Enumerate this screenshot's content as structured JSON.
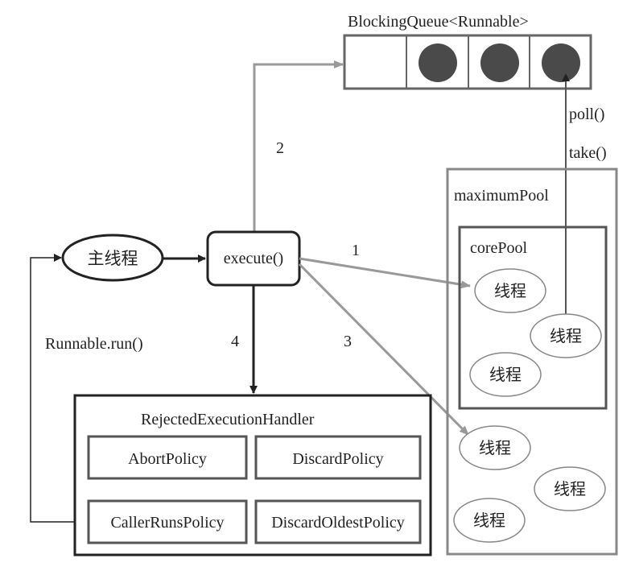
{
  "queue": {
    "label": "BlockingQueue<Runnable>",
    "slots": [
      false,
      true,
      true,
      true
    ]
  },
  "main_thread": {
    "label": "主线程"
  },
  "execute": {
    "label": "execute()"
  },
  "steps": {
    "s1": "1",
    "s2": "2",
    "s3": "3",
    "s4": "4"
  },
  "runnable_run": "Runnable.run()",
  "poll_label": "poll()",
  "take_label": "take()",
  "maximum_pool": {
    "label": "maximumPool",
    "threads": [
      "线程",
      "线程",
      "线程"
    ]
  },
  "core_pool": {
    "label": "corePool",
    "threads": [
      "线程",
      "线程",
      "线程"
    ]
  },
  "handler": {
    "title": "RejectedExecutionHandler",
    "policies": [
      "AbortPolicy",
      "DiscardPolicy",
      "CallerRunsPolicy",
      "DiscardOldestPolicy"
    ]
  },
  "colors": {
    "dark_line": "#222222",
    "gray_line": "#999999",
    "box_line": "#666666",
    "circle_fill": "#4a4a4a",
    "ellipse_stroke": "#888888"
  }
}
